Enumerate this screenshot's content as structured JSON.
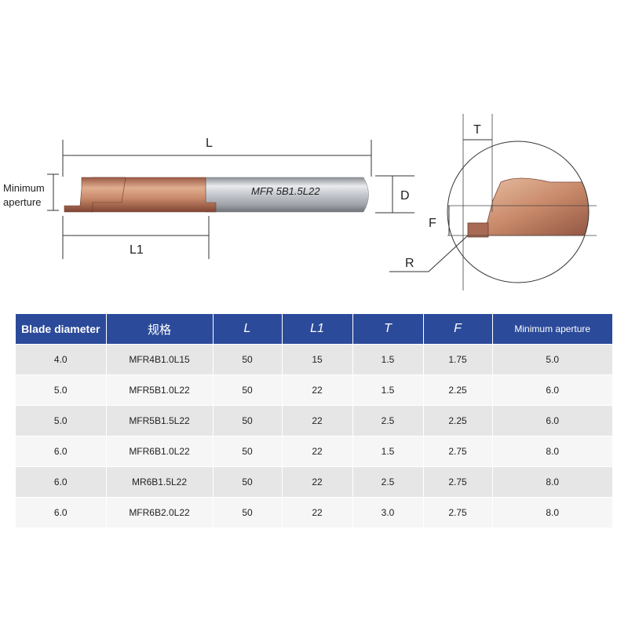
{
  "diagram": {
    "dim_L": "L",
    "dim_L1": "L1",
    "dim_D": "D",
    "dim_T": "T",
    "dim_F": "F",
    "dim_R": "R",
    "min_aperture_line1": "Minimum",
    "min_aperture_line2": "aperture",
    "tool_marking": "MFR  5B1.5L22"
  },
  "table": {
    "headers": [
      "Blade diameter",
      "规格",
      "L",
      "L1",
      "T",
      "F",
      "Minimum aperture"
    ],
    "rows": [
      [
        "4.0",
        "MFR4B1.0L15",
        "50",
        "15",
        "1.5",
        "1.75",
        "5.0"
      ],
      [
        "5.0",
        "MFR5B1.0L22",
        "50",
        "22",
        "1.5",
        "2.25",
        "6.0"
      ],
      [
        "5.0",
        "MFR5B1.5L22",
        "50",
        "22",
        "2.5",
        "2.25",
        "6.0"
      ],
      [
        "6.0",
        "MFR6B1.0L22",
        "50",
        "22",
        "1.5",
        "2.75",
        "8.0"
      ],
      [
        "6.0",
        "MR6B1.5L22",
        "50",
        "22",
        "2.5",
        "2.75",
        "8.0"
      ],
      [
        "6.0",
        "MFR6B2.0L22",
        "50",
        "22",
        "3.0",
        "2.75",
        "8.0"
      ]
    ]
  },
  "colors": {
    "header_bg": "#2b4a9a",
    "copper": "#c98a6a",
    "shank_silver": "#b9bcc2"
  }
}
